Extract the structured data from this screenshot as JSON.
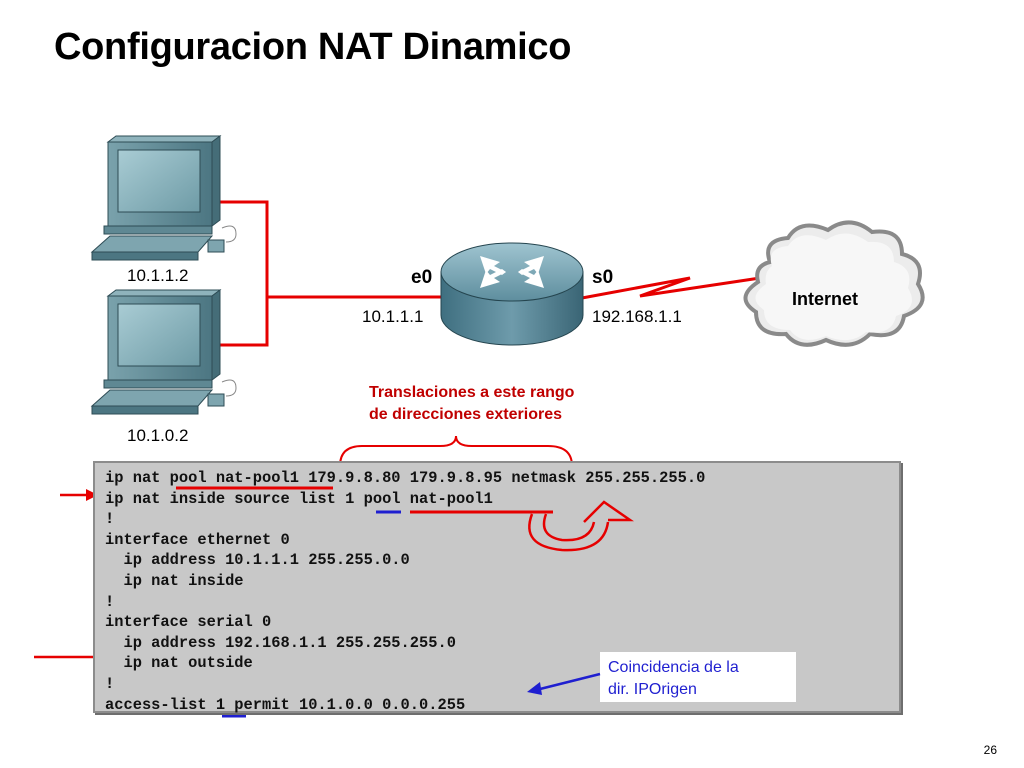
{
  "slide": {
    "title": "Configuracion NAT Dinamico",
    "page_number": "26"
  },
  "network": {
    "pc1_ip": "10.1.1.2",
    "pc2_ip": "10.1.0.2",
    "router_e0_label": "e0",
    "router_e0_ip": "10.1.1.1",
    "router_s0_label": "s0",
    "router_s0_ip": "192.168.1.1",
    "cloud_label": "Internet"
  },
  "annotations": {
    "red_line1": "Translaciones a este rango",
    "red_line2": "de direcciones exteriores",
    "blue_line1": "Coincidencia de la",
    "blue_line2": "dir. IPOrigen"
  },
  "code": [
    "ip nat pool nat-pool1 179.9.8.80 179.9.8.95 netmask 255.255.255.0",
    "ip nat inside source list 1 pool nat-pool1",
    "!",
    "interface ethernet 0",
    "  ip address 10.1.1.1 255.255.0.0",
    "  ip nat inside",
    "!",
    "interface serial 0",
    "  ip address 192.168.1.1 255.255.255.0",
    "  ip nat outside",
    "!",
    "access-list 1 permit 10.1.0.0 0.0.0.255"
  ],
  "colors": {
    "accent_red": "#e60000",
    "accent_blue": "#1f1fd0",
    "code_bg": "#c8c8c8"
  }
}
